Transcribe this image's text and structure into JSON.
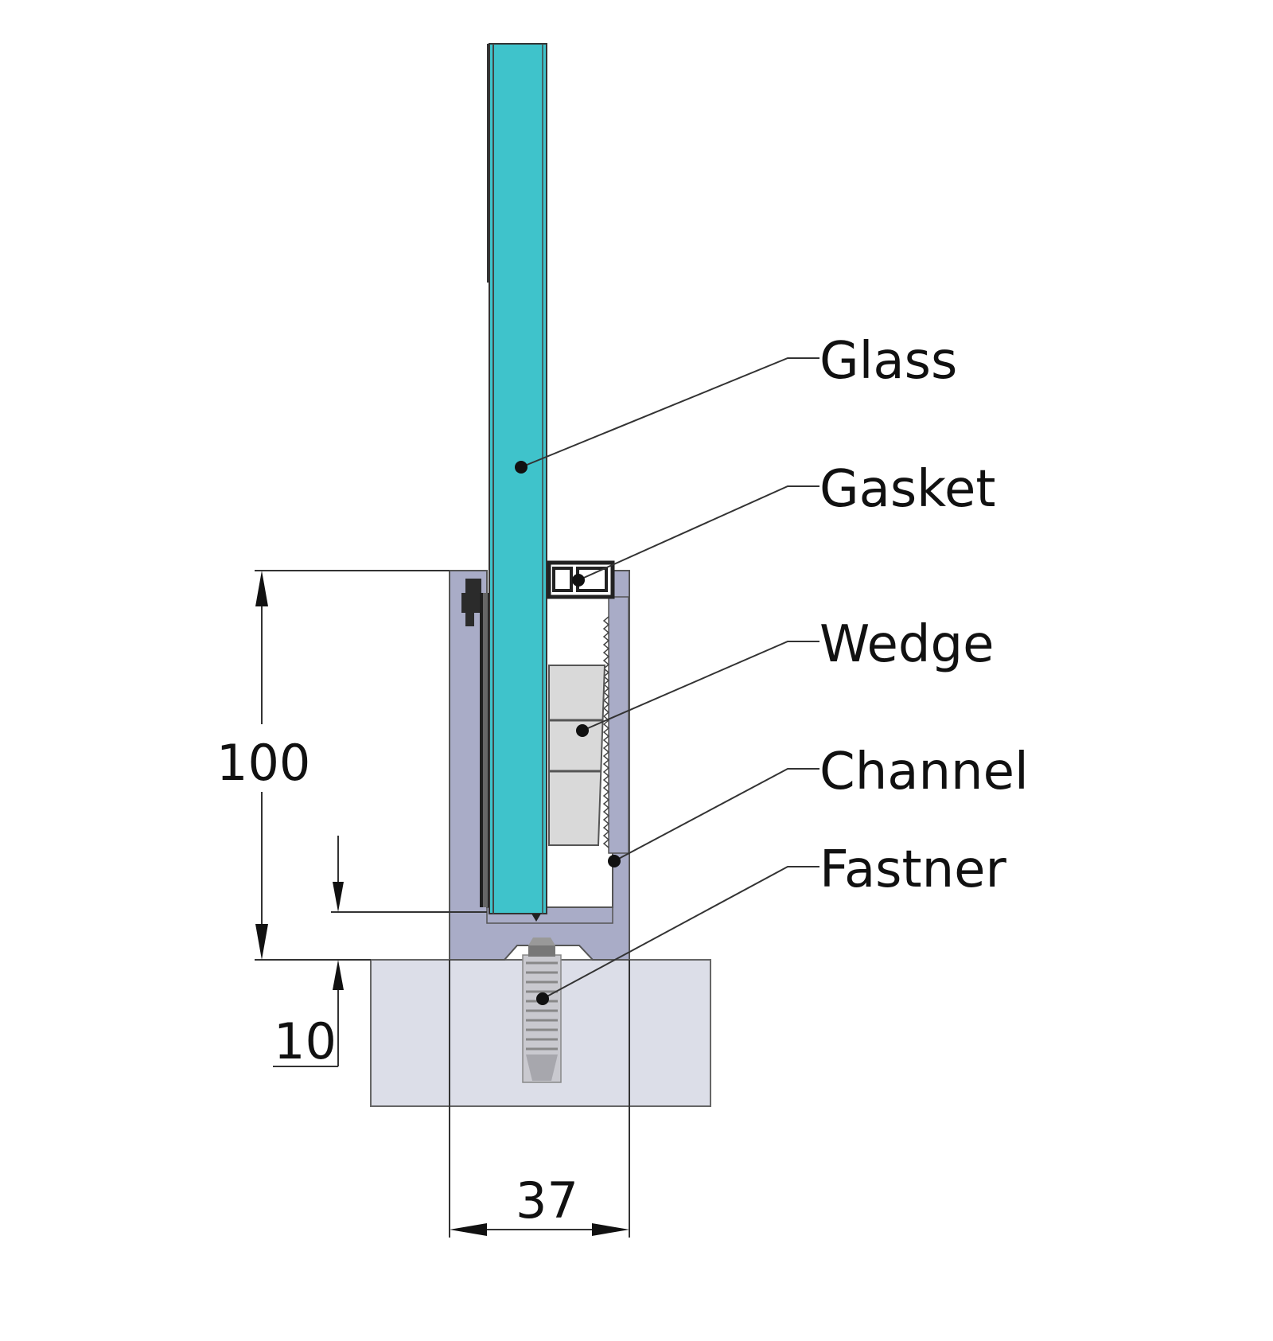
{
  "labels": {
    "glass": "Glass",
    "gasket": "Gasket",
    "wedge": "Wedge",
    "channel": "Channel",
    "fastener": "Fastner"
  },
  "dimensions": {
    "height": "100",
    "offset": "10",
    "width": "37"
  },
  "colors": {
    "glass": "#3fc3cb",
    "channel": "#a9acc7",
    "base": "#dcdee8",
    "wedge": "#d9d9d9",
    "fastener": "#b5b5b5"
  }
}
